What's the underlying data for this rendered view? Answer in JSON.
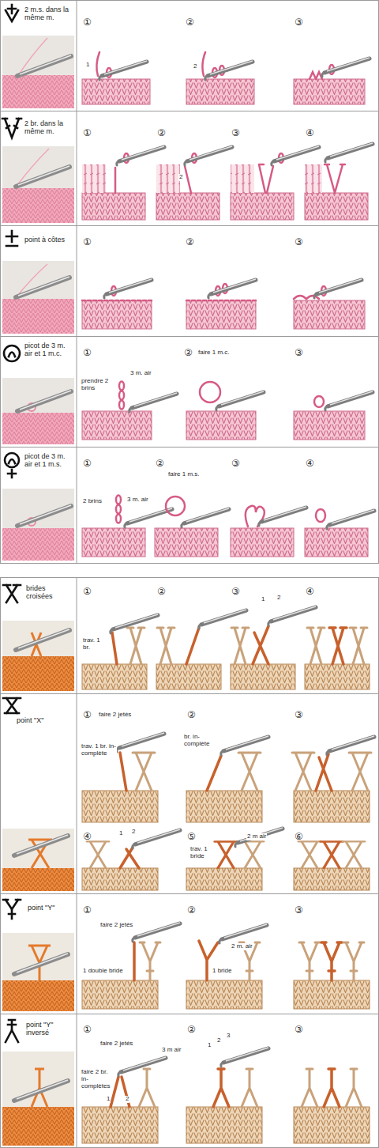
{
  "diagram": {
    "nodes": [
      {
        "text": [
          "2 m.s. dans la même m."
        ]
      },
      {
        "text": [
          "2 br. dans la même m."
        ]
      },
      {
        "text": [
          "point à côtes"
        ]
      },
      {
        "text": [
          "picot de 3 m. air et 1 m.c."
        ]
      },
      {
        "text": [
          "picot de 3 m. air et 1 m.s."
        ]
      },
      {
        "text": [
          "brides croisées"
        ]
      },
      {
        "text": [
          "point \"X\""
        ]
      },
      {
        "text": [
          "point \"Y\""
        ]
      },
      {
        "text": [
          "point \"Y\" inversé"
        ]
      }
    ],
    "labels": [
      "①",
      "1",
      "②",
      "2",
      "③",
      "①",
      "②",
      "2",
      "③",
      "④",
      "①",
      "②",
      "③",
      "①",
      "prendre 2 brins",
      "3 m. air",
      "②",
      "faire 1 m.c.",
      "③",
      "①",
      "2 brins",
      "3 m. air",
      "②",
      "faire 1 m.s.",
      "③",
      "④",
      "①",
      "trav. 1 br.",
      "②",
      "③",
      "1",
      "2",
      "④",
      "①",
      "faire 2 jetés",
      "trav. 1 br. in-complète",
      "②",
      "br. in-complète",
      "③",
      "④",
      "1",
      "2",
      "⑤",
      "2 m air",
      "trav. 1 bride",
      "⑥",
      "①",
      "faire 2 jetés",
      "1 double bride",
      "②",
      "2 m. air",
      "1 bride",
      "③",
      "①",
      "faire 2 jetés",
      "3 m air",
      "faire 2 br. in-complètes",
      "1",
      "2",
      "②",
      "1",
      "2",
      "3",
      "③"
    ]
  }
}
